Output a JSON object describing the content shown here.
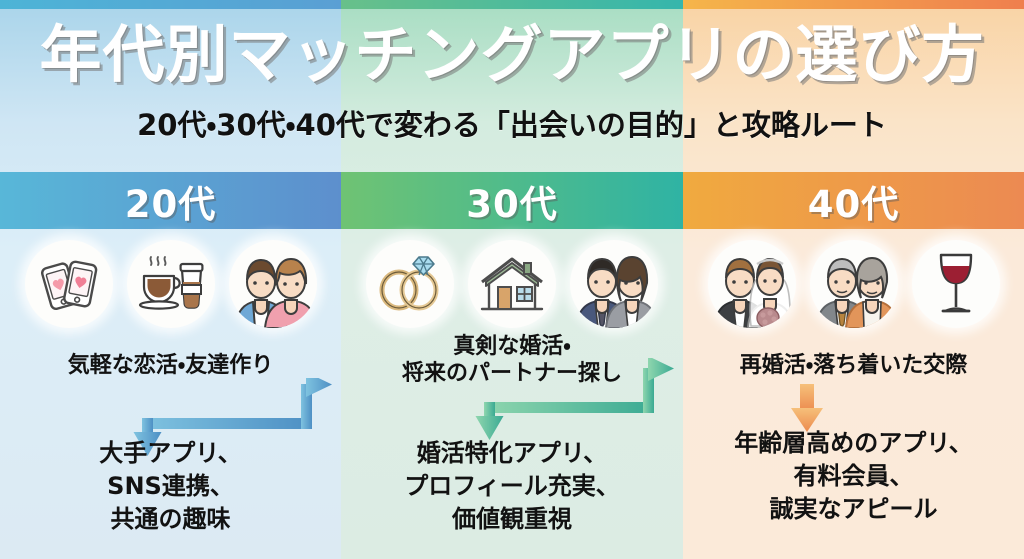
{
  "header": {
    "main_title": "年代別マッチングアプリの選び方",
    "sub_title": "20代・30代・40代で変わる「出会いの目的」と攻略ルート"
  },
  "colors": {
    "col1_accent": "#58b7d8",
    "col1_accent2": "#5d8fcd",
    "col2_accent": "#6fc373",
    "col2_accent2": "#2fb3a4",
    "col3_accent": "#f0aa3f",
    "col3_accent2": "#ec8a52",
    "col1_bg": "#dceaf3",
    "col2_bg": "#dcece3",
    "col3_bg": "#fbead9",
    "title_text": "#ffffff",
    "body_text": "#121212"
  },
  "columns": [
    {
      "age_label": "20代",
      "icons": [
        "smartphones-hearts-icon",
        "coffee-cups-icon",
        "young-couple-icon"
      ],
      "purpose": "気軽な恋活・友達作り",
      "strategy": "大手アプリ、\nSNS連携、\n共通の趣味",
      "arrow": "branch-arrow-blue"
    },
    {
      "age_label": "30代",
      "icons": [
        "wedding-rings-icon",
        "house-icon",
        "business-couple-icon"
      ],
      "purpose": "真剣な婚活・\n将来のパートナー探し",
      "strategy": "婚活特化アプリ、\nプロフィール充実、\n価値観重視",
      "arrow": "branch-arrow-green"
    },
    {
      "age_label": "40代",
      "icons": [
        "wedding-couple-icon",
        "mature-couple-icon",
        "wine-glass-icon"
      ],
      "purpose": "再婚活・落ち着いた交際",
      "strategy": "年齢層高めのアプリ、\n有料会員、\n誠実なアピール",
      "arrow": "down-arrow-orange"
    }
  ]
}
